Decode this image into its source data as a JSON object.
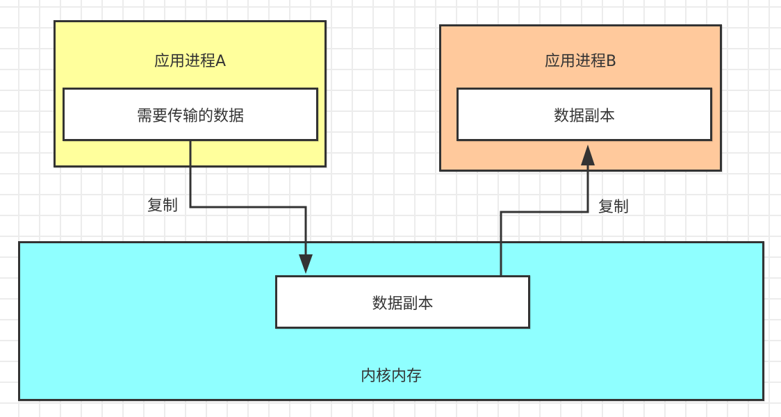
{
  "diagram": {
    "process_a": {
      "title": "应用进程A",
      "data_box": "需要传输的数据",
      "fill_color": "#ffff9c"
    },
    "process_b": {
      "title": "应用进程B",
      "data_box": "数据副本",
      "fill_color": "#ffc99c"
    },
    "kernel": {
      "title": "内核内存",
      "data_box": "数据副本",
      "fill_color": "#8fffff"
    },
    "edges": [
      {
        "from": "process_a.data_box",
        "to": "kernel.data_box",
        "label": "复制"
      },
      {
        "from": "kernel.data_box",
        "to": "process_b.data_box",
        "label": "复制"
      }
    ],
    "stroke_color": "#333333"
  }
}
